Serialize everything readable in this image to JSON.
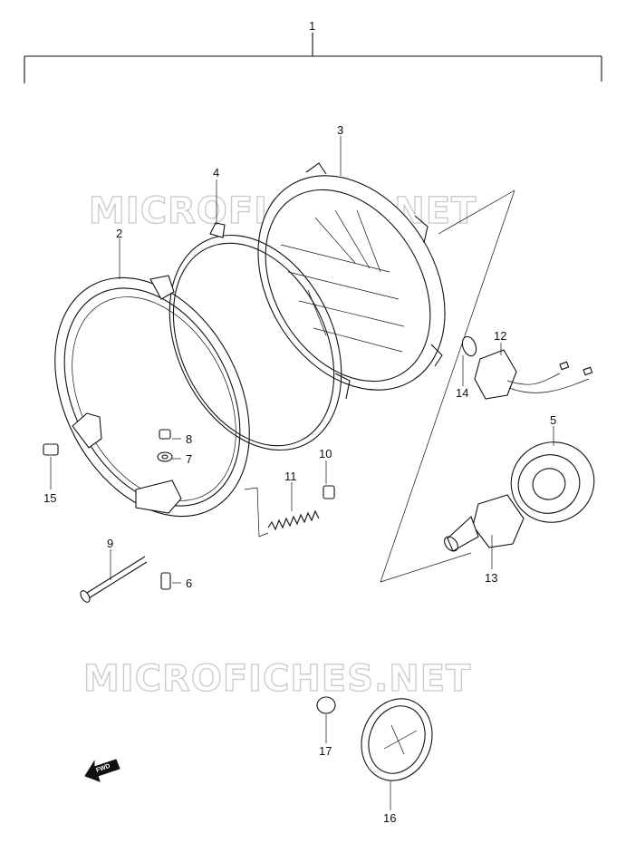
{
  "watermark": {
    "text_top": "MICROFICHES.NET",
    "text_bottom": "MICROFICHES.NET"
  },
  "fwd_label": "FWD",
  "callouts": {
    "c1": "1",
    "c2": "2",
    "c3": "3",
    "c4": "4",
    "c5": "5",
    "c6": "6",
    "c7": "7",
    "c8": "8",
    "c9": "9",
    "c10": "10",
    "c11": "11",
    "c12": "12",
    "c13": "13",
    "c14": "14",
    "c15": "15",
    "c16": "16",
    "c17": "17"
  },
  "icons": {
    "fwd_arrow": "fwd-arrow-icon"
  }
}
